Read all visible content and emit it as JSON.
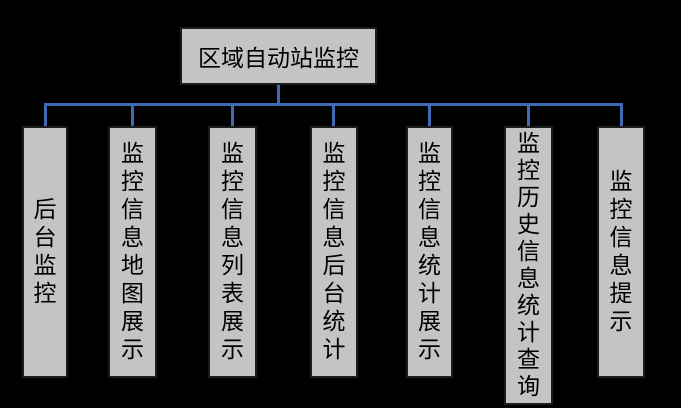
{
  "diagram": {
    "type": "hierarchy-tree",
    "root": {
      "label": "区域自动站监控"
    },
    "children": [
      {
        "label": "后台监控"
      },
      {
        "label": "监控信息地图展示"
      },
      {
        "label": "监控信息列表展示"
      },
      {
        "label": "监控信息后台统计"
      },
      {
        "label": "监控信息统计展示"
      },
      {
        "label": "监控历史信息统计查询"
      },
      {
        "label": "监控信息提示"
      }
    ]
  },
  "colors": {
    "background": "#000000",
    "box_fill": "#c4c4c4",
    "box_border": "#1c1c1c",
    "connector": "#3e6cb2",
    "text": "#000000"
  }
}
